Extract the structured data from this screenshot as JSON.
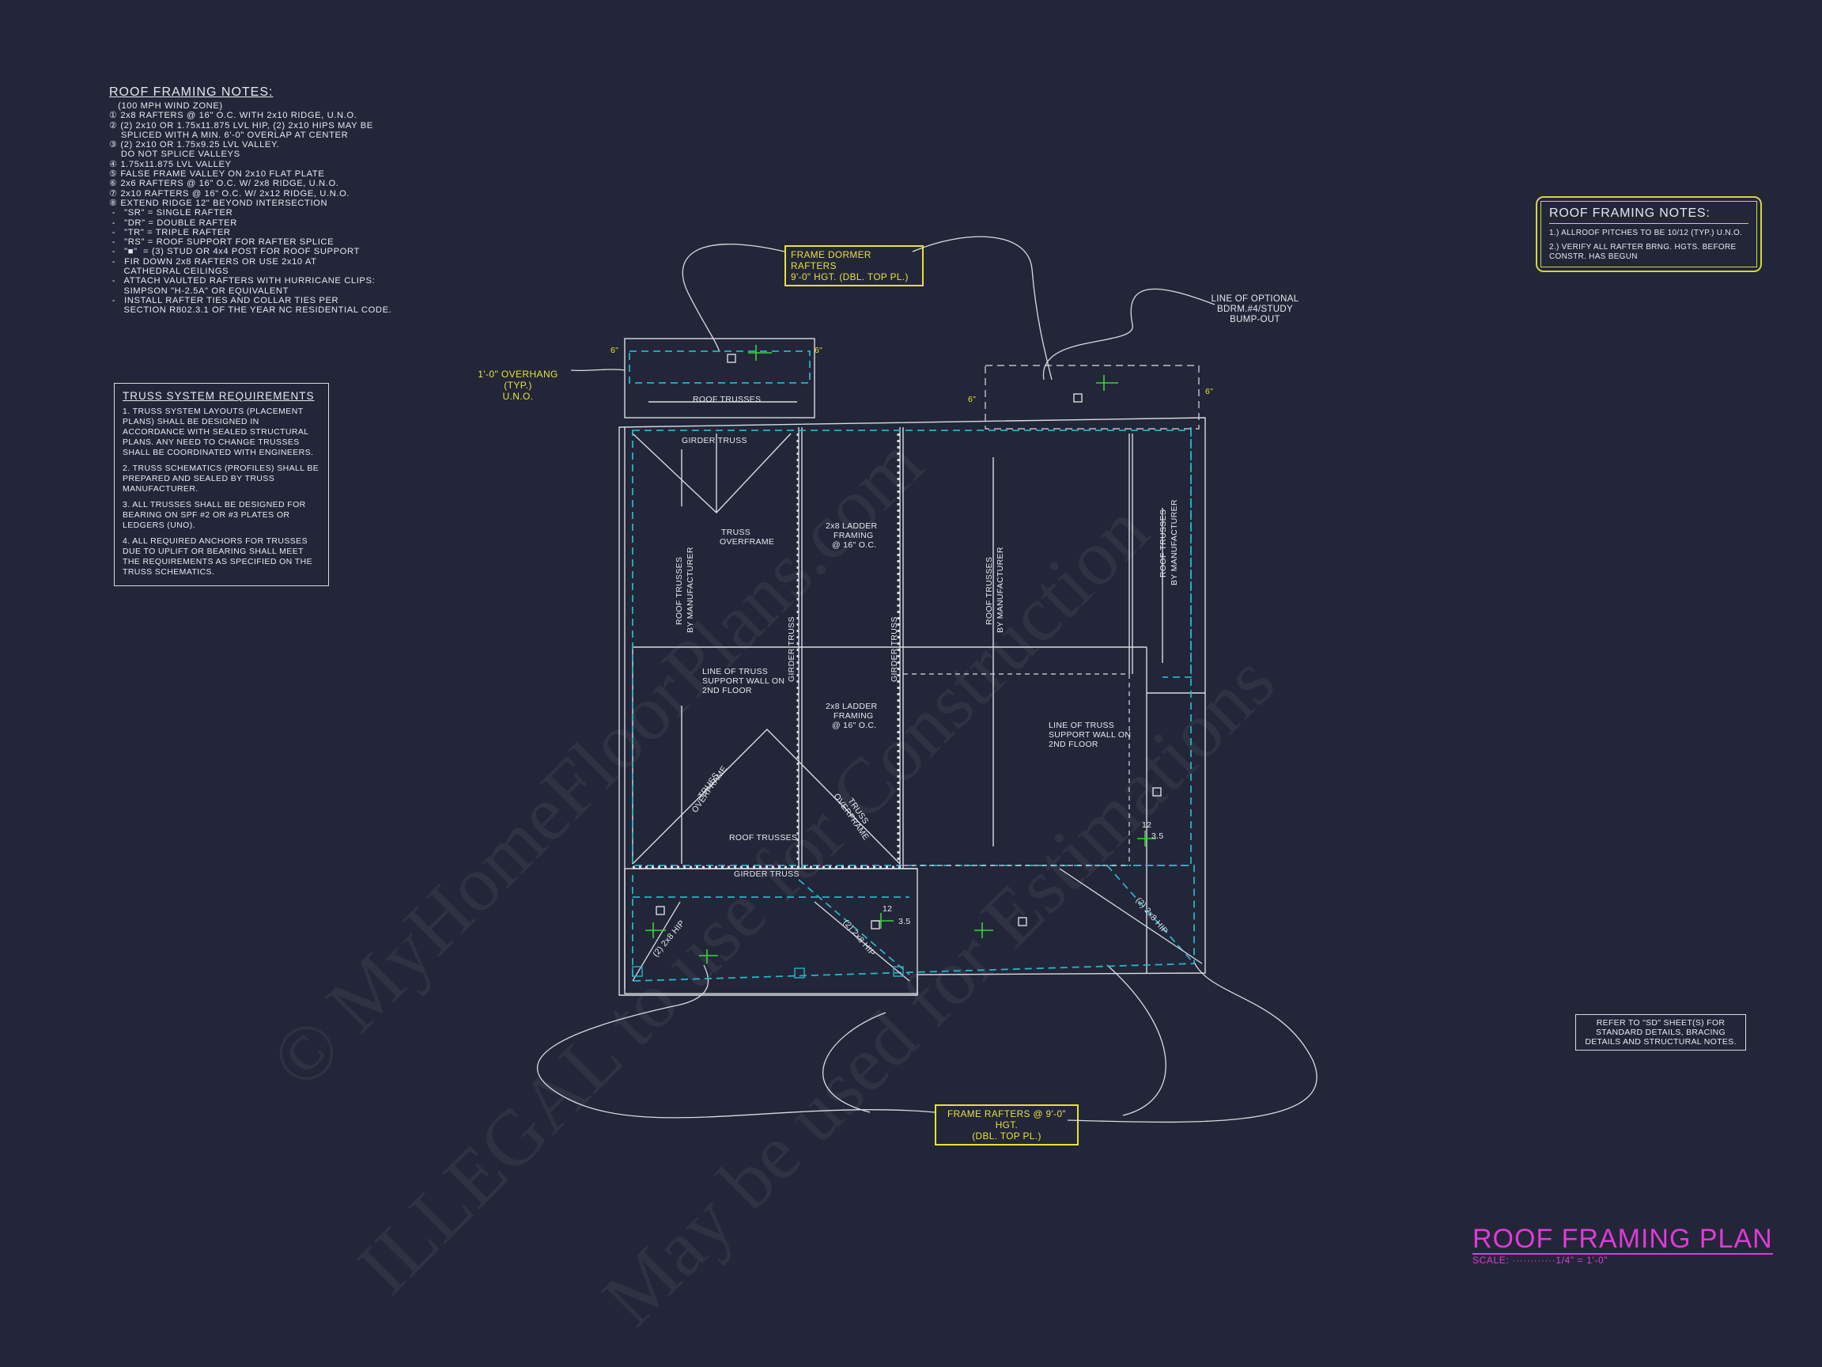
{
  "left_notes": {
    "title": "ROOF FRAMING NOTES:",
    "lines": [
      "   (100 MPH WIND ZONE)",
      "① 2x8 RAFTERS @ 16\" O.C. WITH 2x10 RIDGE, U.N.O.",
      "② (2) 2x10 OR 1.75x11.875 LVL HIP, (2) 2x10 HIPS MAY BE",
      "    SPLICED WITH A MIN. 6'-0\" OVERLAP AT CENTER",
      "③ (2) 2x10 OR 1.75x9.25 LVL VALLEY.",
      "    DO NOT SPLICE VALLEYS",
      "④ 1.75x11.875 LVL VALLEY",
      "⑤ FALSE FRAME VALLEY ON 2x10 FLAT PLATE",
      "⑥ 2x6 RAFTERS @ 16\" O.C. W/ 2x8 RIDGE, U.N.O.",
      "⑦ 2x10 RAFTERS @ 16\" O.C. W/ 2x12 RIDGE, U.N.O.",
      "⑧ EXTEND RIDGE 12\" BEYOND INTERSECTION",
      " -   \"SR\" = SINGLE RAFTER",
      " -   \"DR\" = DOUBLE RAFTER",
      " -   \"TR\" = TRIPLE RAFTER",
      " -   \"RS\" = ROOF SUPPORT FOR RAFTER SPLICE",
      " -   \"■\"  = (3) STUD OR 4x4 POST FOR ROOF SUPPORT",
      " -   FIR DOWN 2x8 RAFTERS OR USE 2x10 AT",
      "     CATHEDRAL CEILINGS",
      " -   ATTACH VAULTED RAFTERS WITH HURRICANE CLIPS:",
      "     SIMPSON \"H-2.5A\" OR EQUIVALENT",
      " -   INSTALL RAFTER TIES AND COLLAR TIES PER",
      "     SECTION R802.3.1 OF THE YEAR NC RESIDENTIAL CODE."
    ]
  },
  "truss_requirements": {
    "title": "TRUSS SYSTEM REQUIREMENTS",
    "items": [
      "1. TRUSS SYSTEM LAYOUTS (PLACEMENT PLANS) SHALL BE DESIGNED IN ACCORDANCE WITH SEALED STRUCTURAL PLANS. ANY NEED TO CHANGE TRUSSES SHALL BE COORDINATED WITH ENGINEERS.",
      "2. TRUSS SCHEMATICS (PROFILES) SHALL BE PREPARED AND SEALED BY TRUSS MANUFACTURER.",
      "3. ALL TRUSSES SHALL BE DESIGNED FOR BEARING ON SPF #2 OR #3 PLATES OR LEDGERS (UNO).",
      "4. ALL REQUIRED ANCHORS FOR TRUSSES DUE TO UPLIFT OR BEARING SHALL MEET THE REQUIREMENTS AS SPECIFIED ON THE TRUSS SCHEMATICS."
    ]
  },
  "right_notes": {
    "title": "ROOF FRAMING NOTES:",
    "lines": [
      "1.) ALLROOF PITCHES TO BE 10/12 (TYP.) U.N.O.",
      "2.) VERIFY ALL RAFTER BRNG. HGTS. BEFORE CONSTR. HAS BEGUN"
    ]
  },
  "callouts": {
    "dormer_line1": "FRAME DORMER RAFTERS",
    "dormer_line2": "9'-0\" HGT. (DBL. TOP PL.)",
    "overhang_line1": "1'-0\" OVERHANG (TYP.)",
    "overhang_line2": "U.N.O.",
    "frame_line1": "FRAME RAFTERS @ 9'-0\" HGT.",
    "frame_line2": "(DBL. TOP PL.)",
    "optional_line1": "LINE OF OPTIONAL",
    "optional_line2": "BDRM.#4/STUDY",
    "optional_line3": "BUMP-OUT"
  },
  "plan_labels": {
    "roof_trusses": "ROOF TRUSSES",
    "girder_truss": "GIRDER TRUSS",
    "truss_overframe_1": "TRUSS",
    "truss_overframe_2": "OVERFRAME",
    "ladder_1": "2x8 LADDER",
    "ladder_2": "FRAMING",
    "ladder_3": "@ 16\" O.C.",
    "by_manuf_1": "ROOF TRUSSES",
    "by_manuf_2": "BY MANUFACTURER",
    "support_1": "LINE OF TRUSS",
    "support_2": "SUPPORT WALL ON",
    "support_3": "2ND FLOOR",
    "hip": "(2) 2x8 HIP",
    "six_in": "6\"",
    "pitch_12": "12",
    "pitch_35": "3.5"
  },
  "refer_note": {
    "line1": "REFER TO \"SD\" SHEET(S) FOR",
    "line2": "STANDARD DETAILS, BRACING",
    "line3": "DETAILS AND STRUCTURAL NOTES."
  },
  "title_block": {
    "title": "ROOF FRAMING PLAN",
    "scale": "SCALE: ············1/4\" = 1'-0\""
  },
  "watermark": {
    "line1": "© MyHomeFloorPlans.com",
    "line2": "ILLEGAL to use for Construction",
    "line3": "May be used for Estimations"
  },
  "colors": {
    "background": "#232638",
    "line": "#d9dbe2",
    "dashed_cyan": "#27b3c9",
    "callout_yellow": "#e6e23a",
    "title_magenta": "#e03ad8",
    "pitch_green": "#3bd23b"
  }
}
